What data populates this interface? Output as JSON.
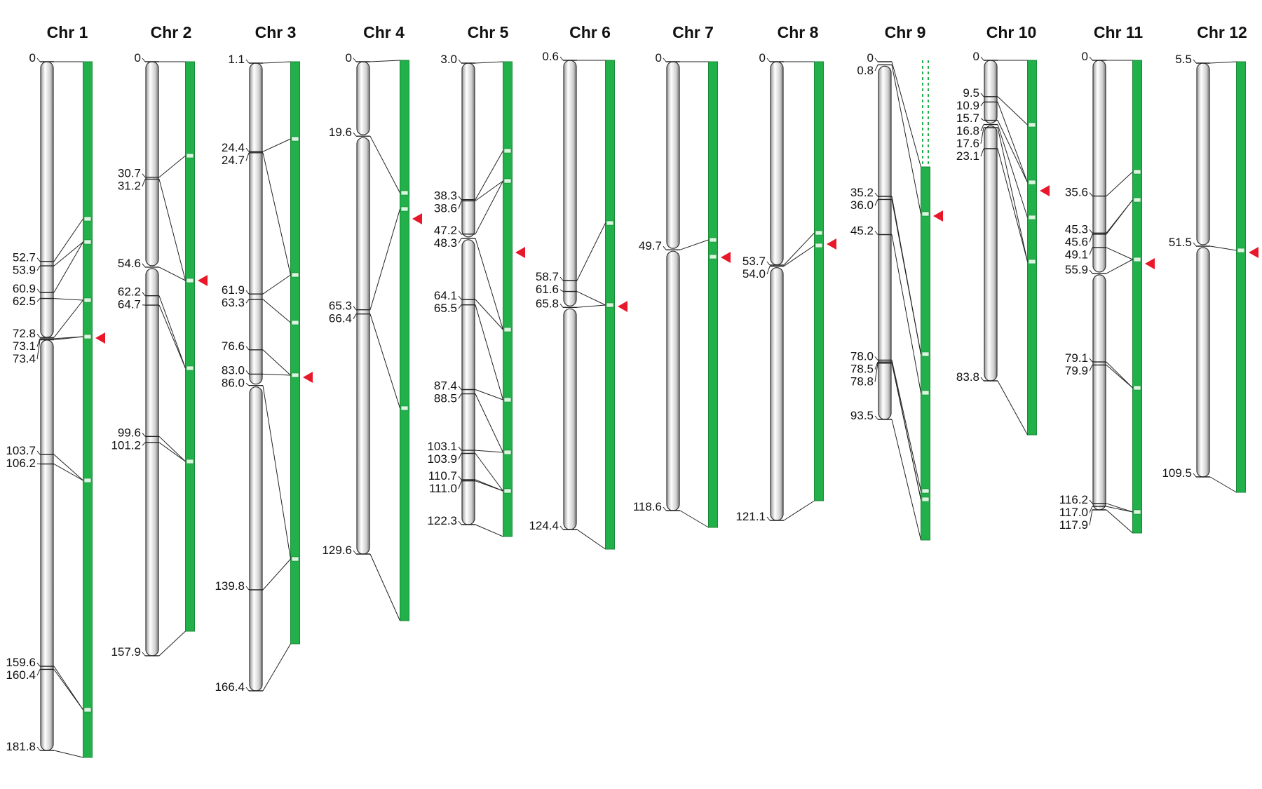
{
  "colors": {
    "green": "#22b04a",
    "green_dark": "#178a35",
    "band": "#d8f5dd",
    "arrow": "#e8172a",
    "outline": "#333333",
    "line": "#222222"
  },
  "chromosomes": [
    {
      "title": "Chr 1",
      "labels": [
        {
          "t": "0",
          "v": 0
        },
        {
          "t": "52.7",
          "v": 52.7
        },
        {
          "t": "53.9",
          "v": 53.9
        },
        {
          "t": "60.9",
          "v": 60.9
        },
        {
          "t": "62.5",
          "v": 62.5
        },
        {
          "t": "72.8",
          "v": 72.8
        },
        {
          "t": "73.1",
          "v": 73.1
        },
        {
          "t": "73.4",
          "v": 73.4
        },
        {
          "t": "103.7",
          "v": 103.7
        },
        {
          "t": "106.2",
          "v": 106.2
        },
        {
          "t": "159.6",
          "v": 159.6
        },
        {
          "t": "160.4",
          "v": 160.4
        },
        {
          "t": "181.8",
          "v": 181.8
        }
      ],
      "centromere": 73.1,
      "arrows": 1
    },
    {
      "title": "Chr 2",
      "labels": [
        {
          "t": "0",
          "v": 0
        },
        {
          "t": "30.7",
          "v": 30.7
        },
        {
          "t": "31.2",
          "v": 31.2
        },
        {
          "t": "54.6",
          "v": 54.6
        },
        {
          "t": "62.2",
          "v": 62.2
        },
        {
          "t": "64.7",
          "v": 64.7
        },
        {
          "t": "99.6",
          "v": 99.6
        },
        {
          "t": "101.2",
          "v": 101.2
        },
        {
          "t": "157.9",
          "v": 157.9
        }
      ],
      "centromere": 54.6,
      "arrows": 1
    },
    {
      "title": "Chr 3",
      "labels": [
        {
          "t": "1.1",
          "v": 1.1
        },
        {
          "t": "24.4",
          "v": 24.4
        },
        {
          "t": "24.7",
          "v": 24.7
        },
        {
          "t": "61.9",
          "v": 61.9
        },
        {
          "t": "63.3",
          "v": 63.3
        },
        {
          "t": "76.6",
          "v": 76.6
        },
        {
          "t": "83.0",
          "v": 83.0
        },
        {
          "t": "86.0",
          "v": 86.0
        },
        {
          "t": "139.8",
          "v": 139.8
        },
        {
          "t": "166.4",
          "v": 166.4
        }
      ],
      "centromere": 86.0,
      "arrows": 1
    },
    {
      "title": "Chr 4",
      "labels": [
        {
          "t": "0",
          "v": 0
        },
        {
          "t": "19.6",
          "v": 19.6
        },
        {
          "t": "65.3",
          "v": 65.3
        },
        {
          "t": "66.4",
          "v": 66.4
        },
        {
          "t": "129.6",
          "v": 129.6
        }
      ],
      "centromere": 19.6,
      "arrows": 1
    },
    {
      "title": "Chr 5",
      "labels": [
        {
          "t": "3.0",
          "v": 3.0
        },
        {
          "t": "38.3",
          "v": 38.3
        },
        {
          "t": "38.6",
          "v": 38.6
        },
        {
          "t": "47.2",
          "v": 47.2
        },
        {
          "t": "48.3",
          "v": 48.3
        },
        {
          "t": "64.1",
          "v": 64.1
        },
        {
          "t": "65.5",
          "v": 65.5
        },
        {
          "t": "87.4",
          "v": 87.4
        },
        {
          "t": "88.5",
          "v": 88.5
        },
        {
          "t": "103.1",
          "v": 103.1
        },
        {
          "t": "103.9",
          "v": 103.9
        },
        {
          "t": "110.7",
          "v": 110.7
        },
        {
          "t": "111.0",
          "v": 111.0
        },
        {
          "t": "122.3",
          "v": 122.3
        }
      ],
      "centromere": 48.3,
      "arrows": 1
    },
    {
      "title": "Chr 6",
      "labels": [
        {
          "t": "0.6",
          "v": 0.6
        },
        {
          "t": "58.7",
          "v": 58.7
        },
        {
          "t": "61.6",
          "v": 61.6
        },
        {
          "t": "65.8",
          "v": 65.8
        },
        {
          "t": "124.4",
          "v": 124.4
        }
      ],
      "centromere": 65.8,
      "arrows": 1
    },
    {
      "title": "Chr 7",
      "labels": [
        {
          "t": "0",
          "v": 0
        },
        {
          "t": "49.7",
          "v": 49.7
        },
        {
          "t": "118.6",
          "v": 118.6
        }
      ],
      "centromere": 49.7,
      "arrows": 1
    },
    {
      "title": "Chr 8",
      "labels": [
        {
          "t": "0",
          "v": 0
        },
        {
          "t": "53.7",
          "v": 53.7
        },
        {
          "t": "54.0",
          "v": 54.0
        },
        {
          "t": "121.1",
          "v": 121.1
        }
      ],
      "centromere": 54.0,
      "arrows": 1
    },
    {
      "title": "Chr 9",
      "labels": [
        {
          "t": "0",
          "v": 0
        },
        {
          "t": "0.8",
          "v": 0.8
        },
        {
          "t": "35.2",
          "v": 35.2
        },
        {
          "t": "36.0",
          "v": 36.0
        },
        {
          "t": "45.2",
          "v": 45.2
        },
        {
          "t": "78.0",
          "v": 78.0
        },
        {
          "t": "78.5",
          "v": 78.5
        },
        {
          "t": "78.8",
          "v": 78.8
        },
        {
          "t": "93.5",
          "v": 93.5
        }
      ],
      "centromere": 0.8,
      "arrows": 1
    },
    {
      "title": "Chr 10",
      "labels": [
        {
          "t": "0",
          "v": 0
        },
        {
          "t": "9.5",
          "v": 9.5
        },
        {
          "t": "10.9",
          "v": 10.9
        },
        {
          "t": "15.7",
          "v": 15.7
        },
        {
          "t": "16.8",
          "v": 16.8
        },
        {
          "t": "17.6",
          "v": 17.6
        },
        {
          "t": "23.1",
          "v": 23.1
        },
        {
          "t": "83.8",
          "v": 83.8
        }
      ],
      "centromere": 16.8,
      "arrows": 1
    },
    {
      "title": "Chr 11",
      "labels": [
        {
          "t": "0",
          "v": 0
        },
        {
          "t": "35.6",
          "v": 35.6
        },
        {
          "t": "45.3",
          "v": 45.3
        },
        {
          "t": "45.6",
          "v": 45.6
        },
        {
          "t": "49.1",
          "v": 49.1
        },
        {
          "t": "55.9",
          "v": 55.9
        },
        {
          "t": "79.1",
          "v": 79.1
        },
        {
          "t": "79.9",
          "v": 79.9
        },
        {
          "t": "116.2",
          "v": 116.2
        },
        {
          "t": "117.0",
          "v": 117.0
        },
        {
          "t": "117.9",
          "v": 117.9
        }
      ],
      "centromere": 55.9,
      "arrows": 1
    },
    {
      "title": "Chr 12",
      "labels": [
        {
          "t": "5.5",
          "v": 5.5
        },
        {
          "t": "51.5",
          "v": 51.5
        },
        {
          "t": "109.5",
          "v": 109.5
        }
      ],
      "centromere": 51.5,
      "arrows": 1
    }
  ]
}
